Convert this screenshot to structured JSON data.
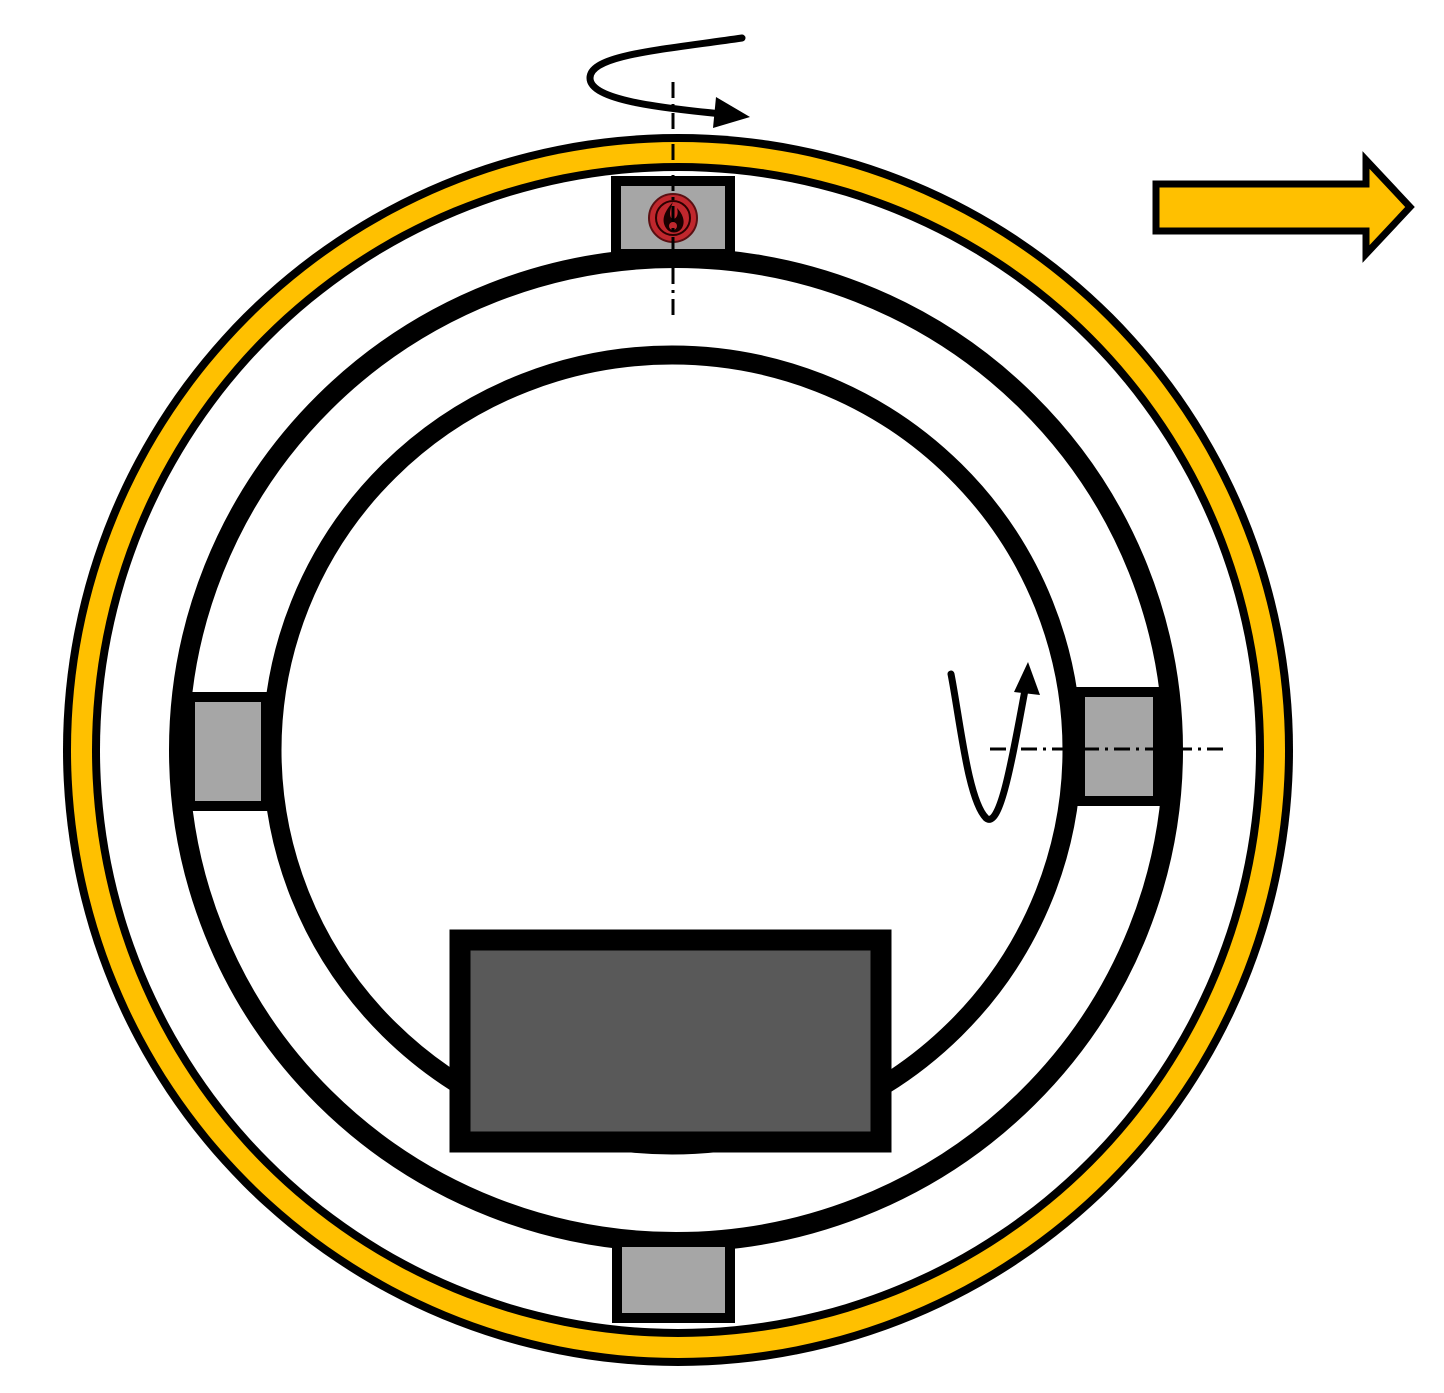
{
  "diagram": {
    "kind": "gimbal-ring-schematic",
    "colors": {
      "background": "#ffffff",
      "outline": "#000000",
      "outer_ring_fill": "#ffc000",
      "gimbal_block_fill": "#a6a6a6",
      "payload_fill": "#595959",
      "motion_arrow_fill": "#ffc000",
      "emblem_fill": "#c0272d"
    },
    "icons": {
      "emblem": "flame-emblem-icon",
      "rotation_top": "rotation-arrow-icon",
      "rotation_right": "rotation-arrow-icon",
      "direction": "right-arrow-icon"
    },
    "axes": {
      "top_axis_style": "dash-dot",
      "right_axis_style": "dash-dot"
    }
  }
}
